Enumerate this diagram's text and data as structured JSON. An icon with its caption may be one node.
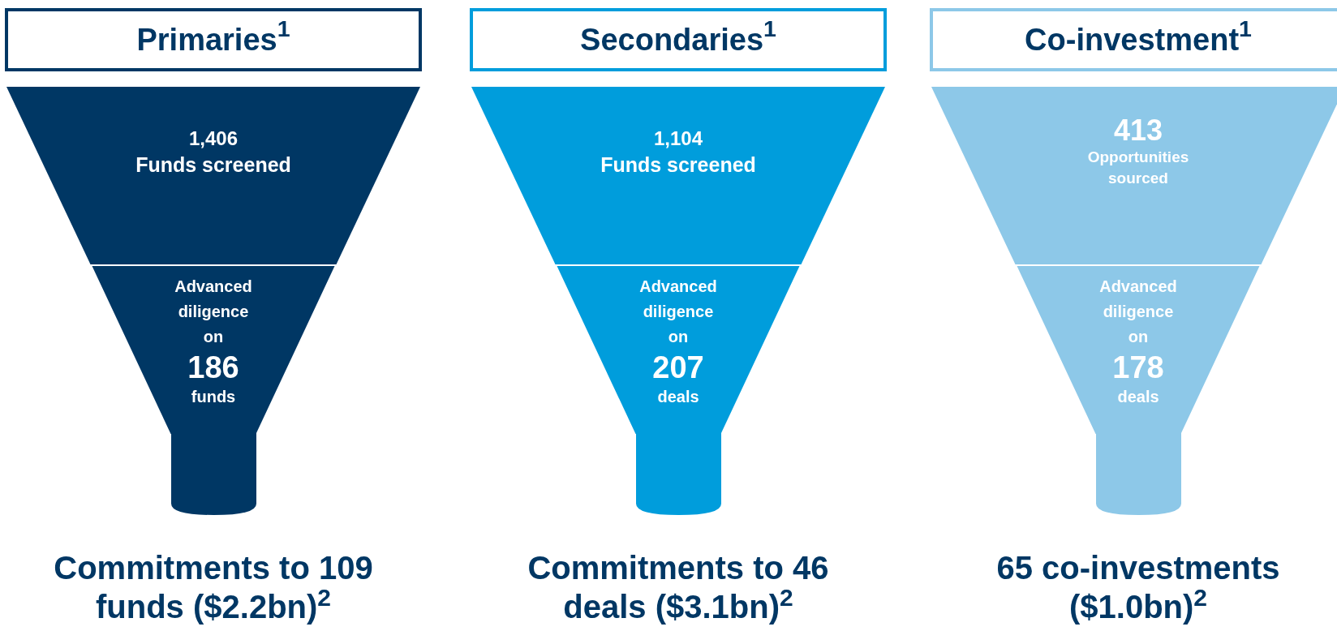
{
  "diagram": {
    "nodes": [
      {
        "text": [
          "Primaries$^{1}$"
        ]
      },
      {
        "text": [
          "1,406",
          "Funds screened"
        ]
      },
      {
        "text": [
          "Advanced diligence on",
          "186",
          "funds"
        ]
      },
      {
        "text": [],
        "shape": "cylinder"
      },
      {
        "text": [
          "Secondaries$^{1}$"
        ]
      },
      {
        "text": [
          "1,104",
          "Funds screened"
        ]
      },
      {
        "text": [
          "Advanced diligence on",
          "207",
          "deals"
        ]
      },
      {
        "text": [],
        "shape": "cylinder"
      },
      {
        "text": [
          "Co-investment$^{1}$"
        ]
      },
      {
        "text": [
          "413",
          "Opportunities sourced"
        ]
      },
      {
        "text": [
          "Advanced diligence on",
          "178",
          "deals"
        ]
      },
      {
        "text": [],
        "shape": "cylinder"
      }
    ],
    "labels": [
      "Commitments to 109 funds ($2.2bn)$^{2}$",
      "Commitments to 46 deals ($3.1bn)$^{2}$",
      "65 co-investments ($1.0bn)$^{2}$"
    ]
  }
}
